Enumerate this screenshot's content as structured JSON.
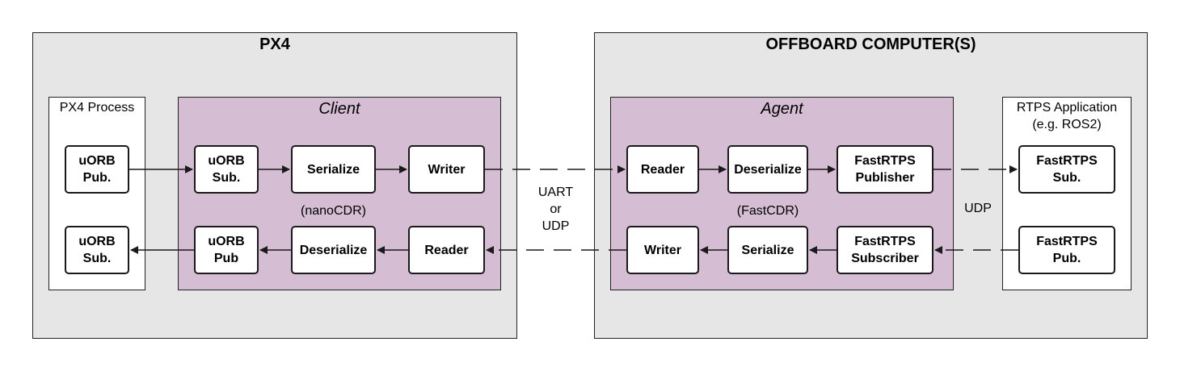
{
  "px4": {
    "title": "PX4"
  },
  "offboard": {
    "title": "OFFBOARD COMPUTER(S)"
  },
  "px4_process": {
    "title": "PX4 Process",
    "pub": "uORB\nPub.",
    "sub": "uORB\nSub."
  },
  "client": {
    "title": "Client",
    "uorb_sub": "uORB\nSub.",
    "serialize": "Serialize",
    "writer": "Writer",
    "uorb_pub": "uORB\nPub",
    "deserialize": "Deserialize",
    "reader": "Reader",
    "codec": "(nanoCDR)"
  },
  "agent": {
    "title": "Agent",
    "reader": "Reader",
    "deserialize": "Deserialize",
    "publisher": "FastRTPS\nPublisher",
    "writer": "Writer",
    "serialize": "Serialize",
    "subscriber": "FastRTPS\nSubscriber",
    "codec": "(FastCDR)"
  },
  "rtps_app": {
    "title": "RTPS Application\n(e.g. ROS2)",
    "sub": "FastRTPS\nSub.",
    "pub": "FastRTPS\nPub."
  },
  "links": {
    "transport": "UART\nor\nUDP",
    "udp": "UDP"
  },
  "colors": {
    "outer_fill": "#e6e6e6",
    "group_fill": "#d5bdd3",
    "node_fill": "#ffffff",
    "line": "#1a1a1a"
  }
}
